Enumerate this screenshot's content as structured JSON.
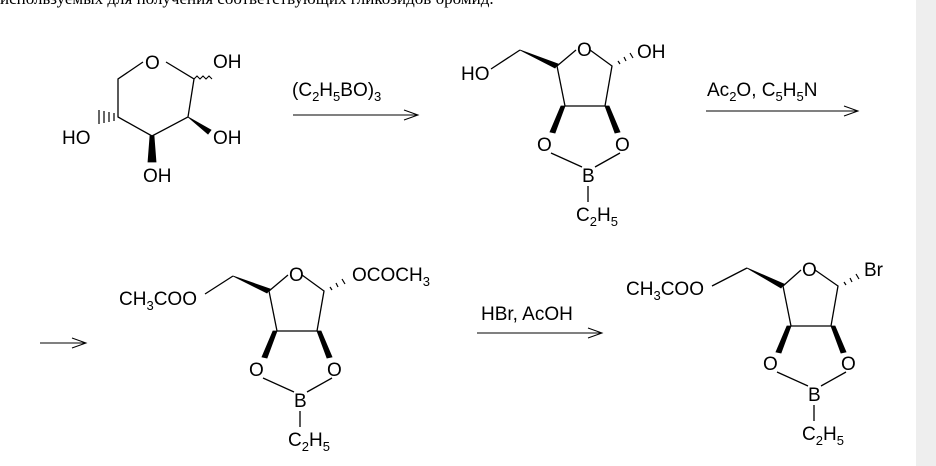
{
  "caption": "используемых для получения соответствующих гликозидов бромид.",
  "molecule1": {
    "ring_O": "O",
    "anomeric_OH": "OH",
    "OH_left": "HO",
    "OH_bottom": "OH",
    "OH_right": "OH"
  },
  "step1": {
    "reagent": "(C2H5BO)3"
  },
  "molecule2": {
    "HO_label": "HO",
    "ring_O": "O",
    "anomeric_OH": "OH",
    "O_left": "O",
    "O_right": "O",
    "boron": "B",
    "ethyl": "C2H5"
  },
  "step2": {
    "reagent": "Ac2O, C5H5N"
  },
  "molecule3": {
    "acetoxy_left": "CH3COO",
    "ring_O": "O",
    "acetoxy_anomeric": "OCOCH3",
    "O_left": "O",
    "O_right": "O",
    "boron": "B",
    "ethyl": "C2H5"
  },
  "step3": {
    "reagent": "HBr, AcOH"
  },
  "molecule4": {
    "acetoxy_left": "CH3COO",
    "ring_O": "O",
    "bromo": "Br",
    "O_left": "O",
    "O_right": "O",
    "boron": "B",
    "ethyl": "C2H5"
  }
}
